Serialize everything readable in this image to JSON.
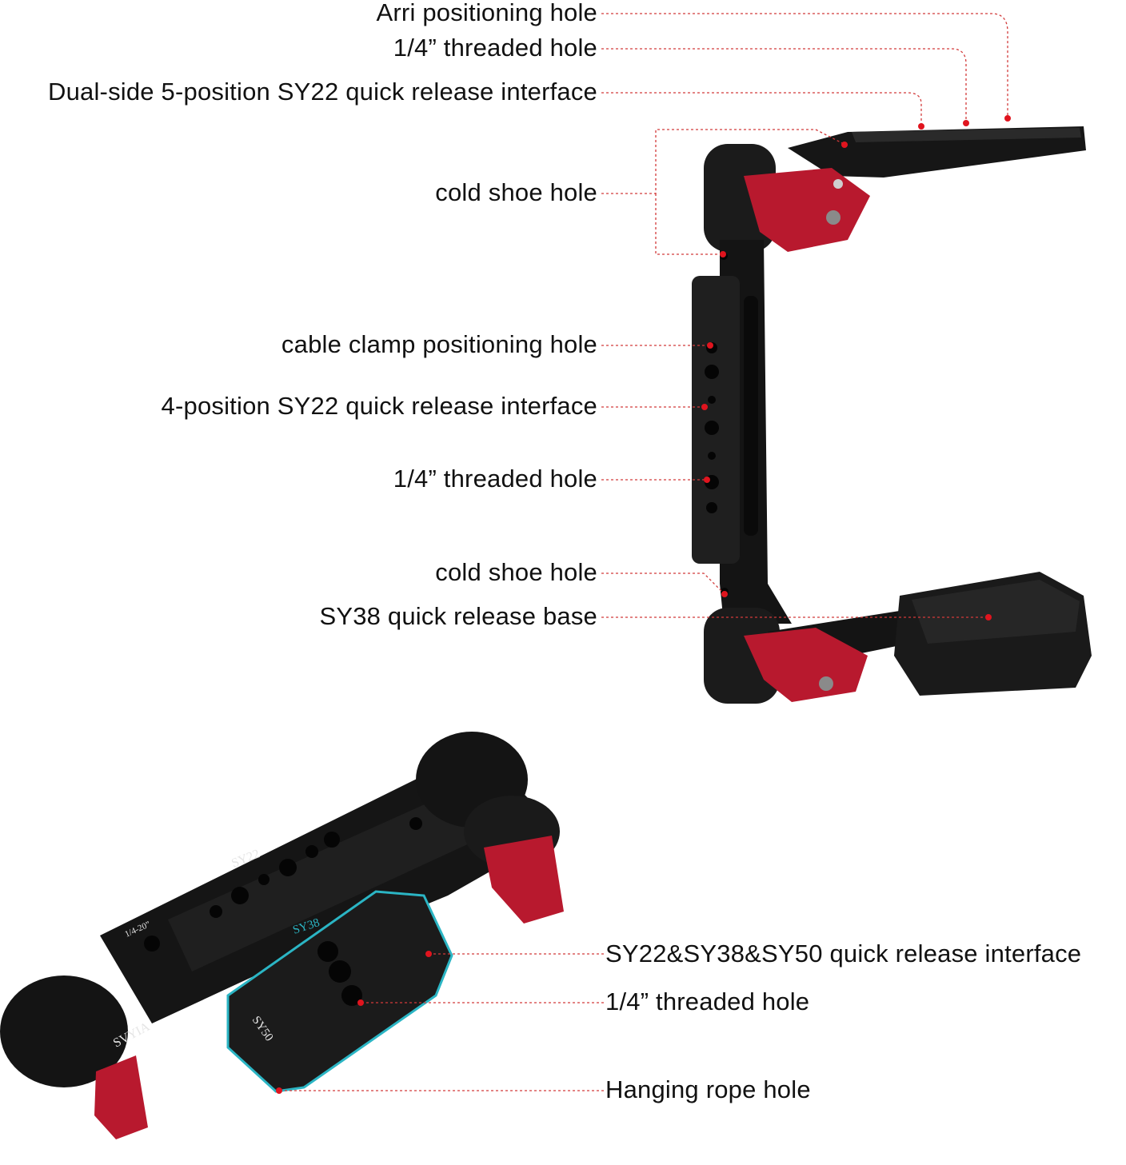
{
  "top_labels": [
    "Arri positioning hole",
    "1/4” threaded hole",
    "Dual-side 5-position SY22 quick release interface",
    "cold shoe hole",
    "cable clamp positioning hole",
    "4-position SY22 quick release interface",
    "1/4” threaded hole",
    "cold shoe hole",
    "SY38 quick release base"
  ],
  "bottom_labels": [
    "SY22&SY38&SY50 quick release interface",
    "1/4” threaded hole",
    "Hanging rope hole"
  ],
  "engravings": {
    "brand": "SVYIA",
    "sy22": "SY22",
    "sy38": "SY38",
    "sy50": "SY50",
    "thread": "1/4-20”"
  },
  "colors": {
    "body": "#151515",
    "knob": "#b8192e",
    "leader": "#d23a3a",
    "plate_outline": "#2bb5c4"
  }
}
